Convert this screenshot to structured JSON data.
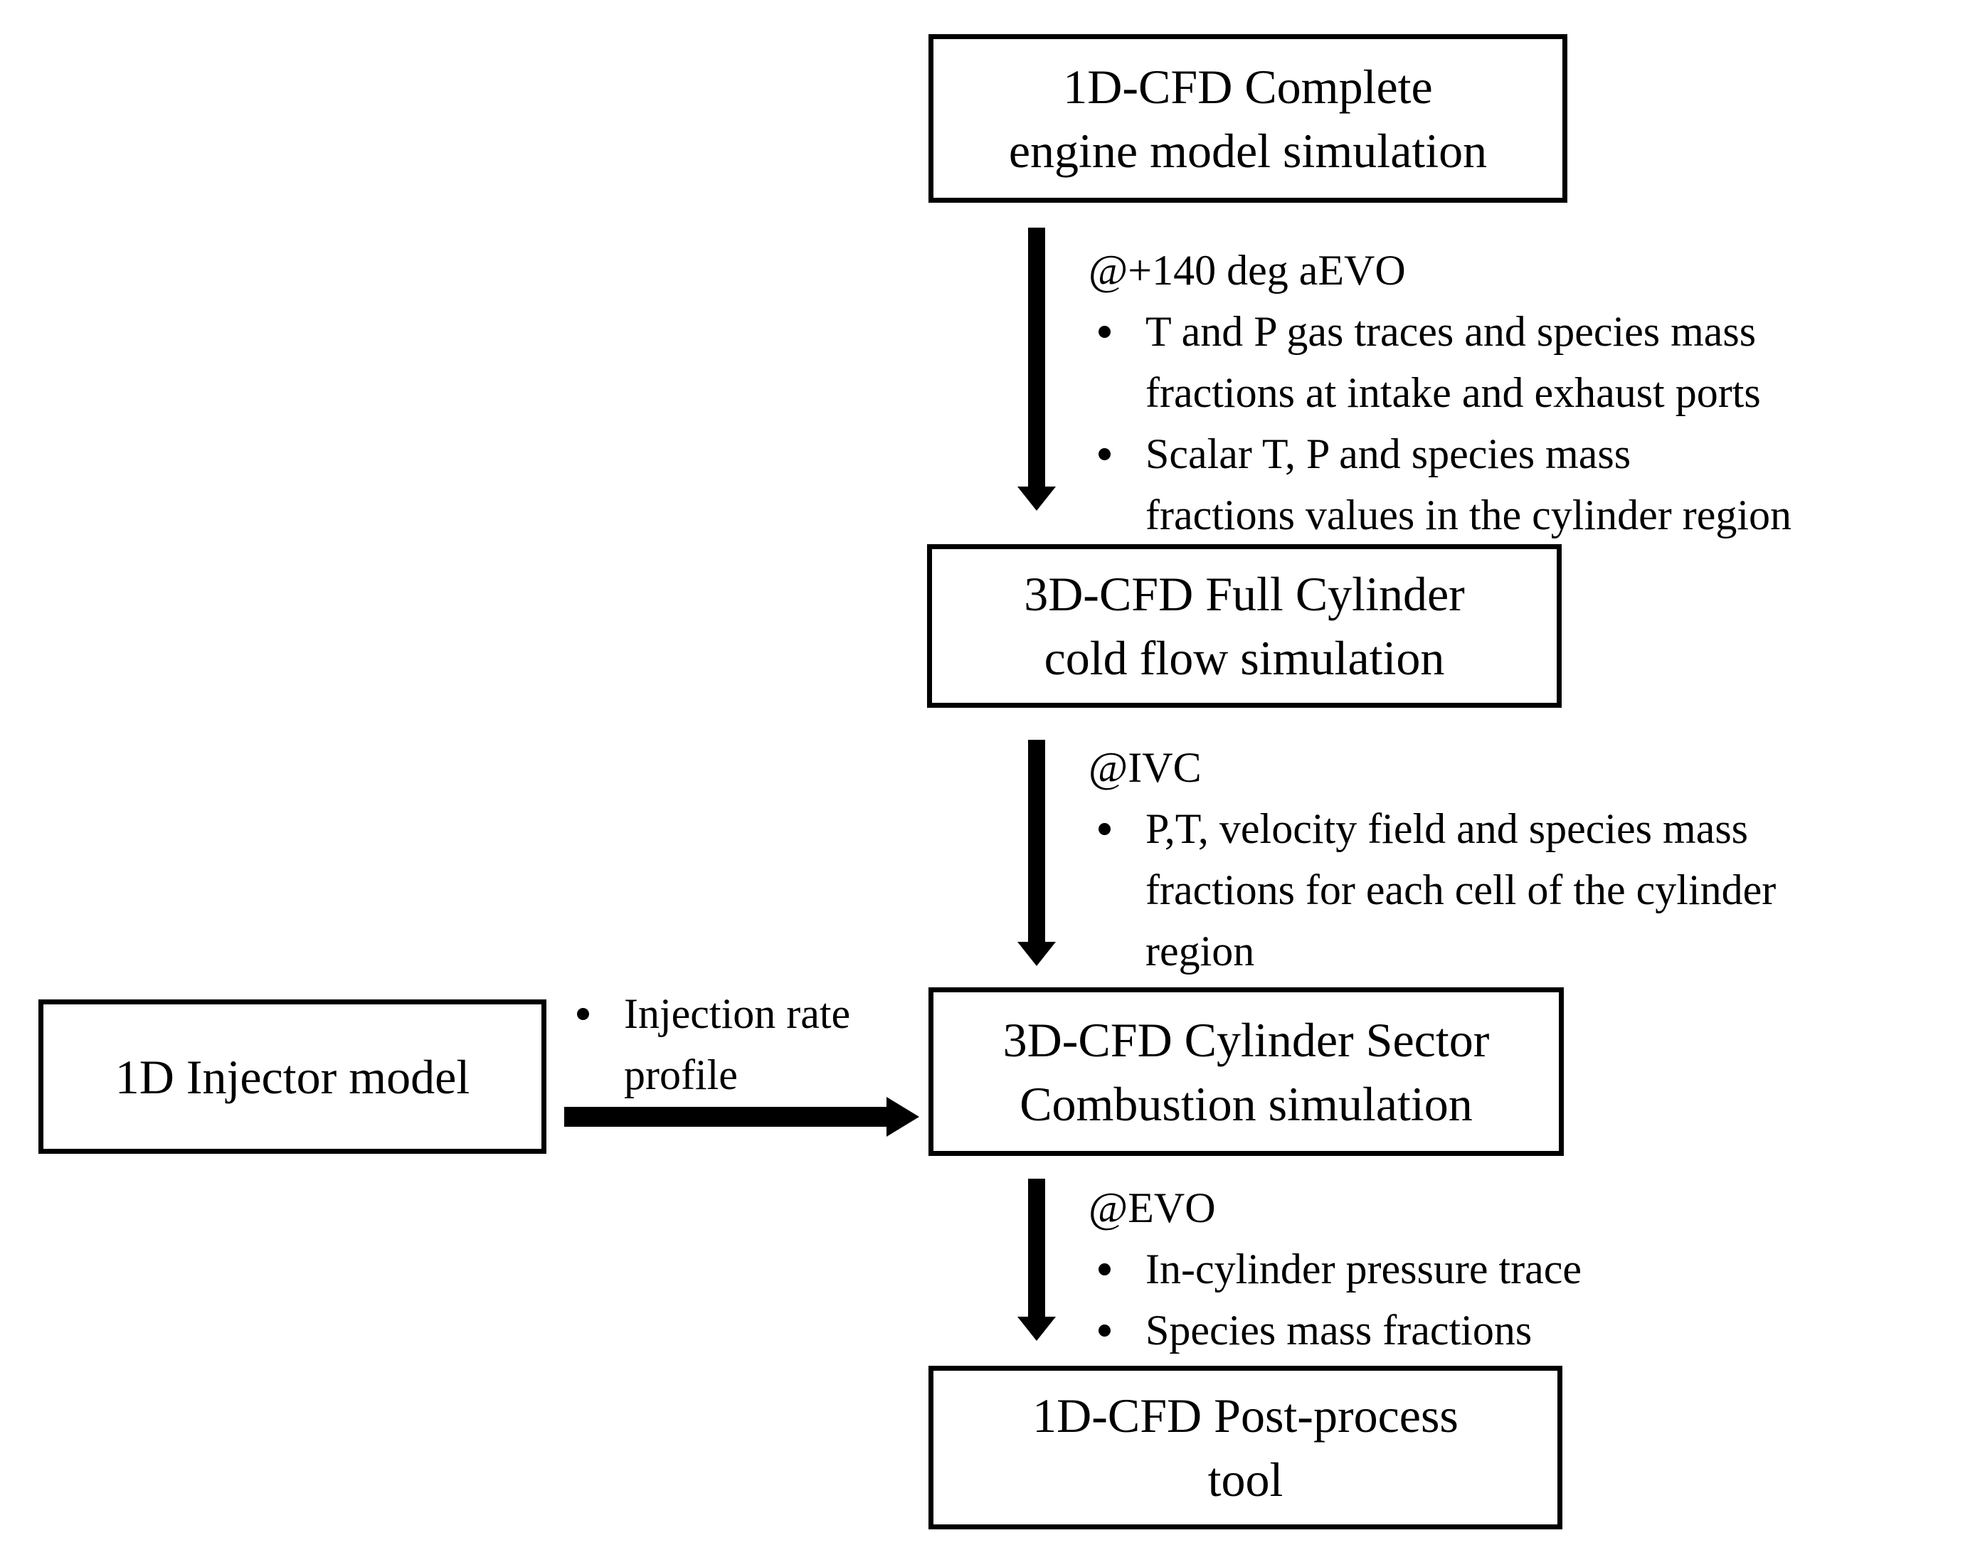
{
  "figure": {
    "type": "flowchart",
    "background": "#ffffff",
    "ink": "#000000"
  },
  "boxes": {
    "engine_model": {
      "lines": [
        "1D-CFD Complete",
        "engine model simulation"
      ]
    },
    "cold_flow": {
      "lines": [
        "3D-CFD Full Cylinder",
        "cold flow simulation"
      ]
    },
    "combustion": {
      "lines": [
        "3D-CFD Cylinder Sector",
        "Combustion simulation"
      ]
    },
    "injector": {
      "lines": [
        "1D Injector model"
      ]
    },
    "postprocess": {
      "lines": [
        "1D-CFD Post-process",
        "tool"
      ]
    }
  },
  "annotations": {
    "aevo": {
      "header": "@+140 deg aEVO",
      "bullets": [
        {
          "lines": [
            "T and P gas traces and species mass",
            "fractions at intake and exhaust ports"
          ]
        },
        {
          "lines": [
            "Scalar T, P and species mass",
            "fractions values in the cylinder region"
          ]
        }
      ]
    },
    "ivc": {
      "header": "@IVC",
      "bullets": [
        {
          "lines": [
            "P,T, velocity field and species mass",
            "fractions for each cell of the cylinder",
            "region"
          ]
        }
      ]
    },
    "evo": {
      "header": "@EVO",
      "bullets": [
        {
          "lines": [
            "In-cylinder pressure trace"
          ]
        },
        {
          "lines": [
            "Species mass fractions"
          ]
        }
      ]
    },
    "injection": {
      "bullets": [
        {
          "lines": [
            "Injection rate",
            "profile"
          ]
        }
      ]
    }
  }
}
